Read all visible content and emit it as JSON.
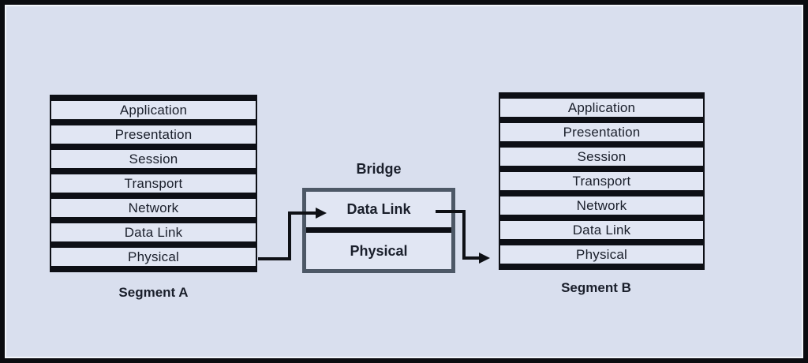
{
  "colors": {
    "background": "#d9dfee",
    "row_fill": "#e1e6f3",
    "bar_black": "#0d0f15",
    "bridge_border": "#4d5866",
    "text": "#1a1f2b",
    "frame_black": "#0b0c10"
  },
  "stacks": {
    "a": {
      "label": "Segment A",
      "layers": [
        "Application",
        "Presentation",
        "Session",
        "Transport",
        "Network",
        "Data Link",
        "Physical"
      ]
    },
    "b": {
      "label": "Segment B",
      "layers": [
        "Application",
        "Presentation",
        "Session",
        "Transport",
        "Network",
        "Data Link",
        "Physical"
      ]
    }
  },
  "bridge": {
    "title": "Bridge",
    "layers": [
      "Data Link",
      "Physical"
    ]
  }
}
